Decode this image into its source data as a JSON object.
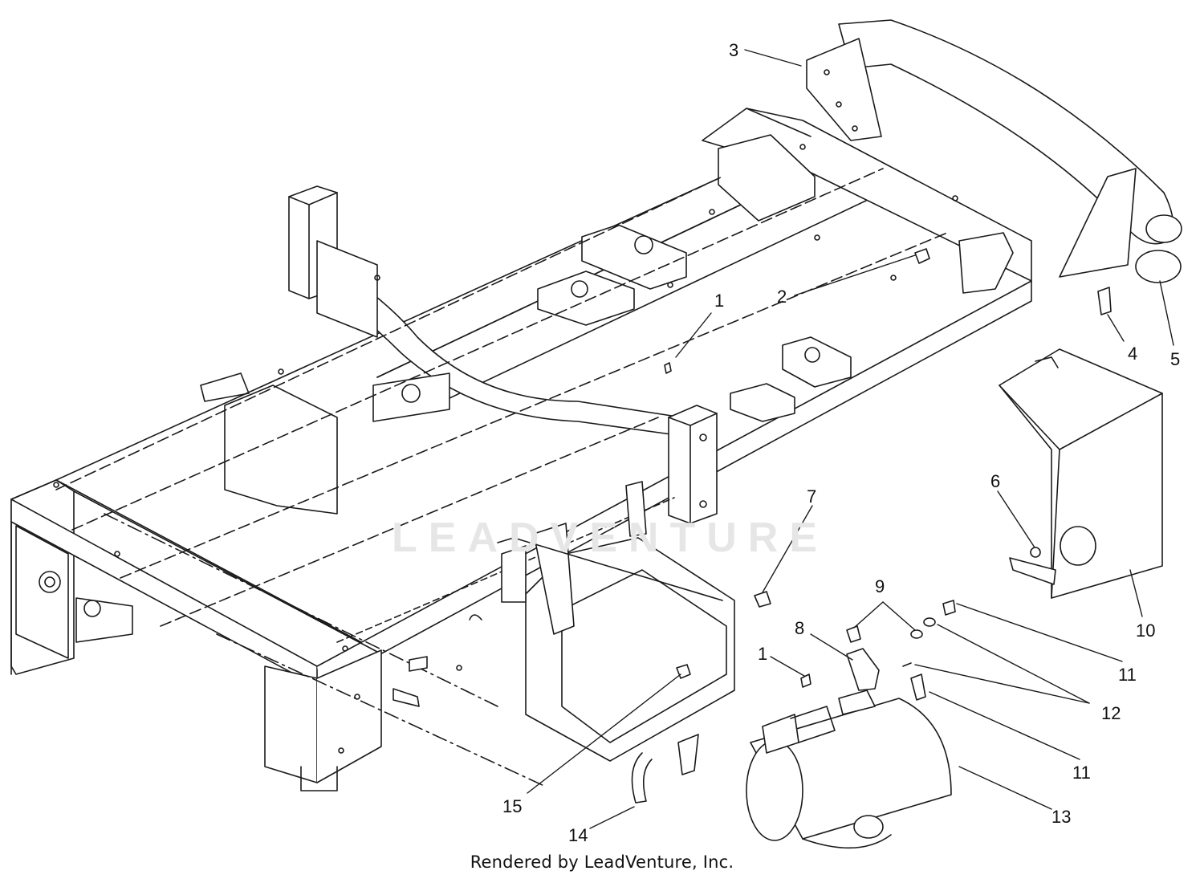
{
  "footer": "Rendered by LeadVenture, Inc.",
  "watermark": "LEADVENTURE",
  "colors": {
    "line": "#1a1a1a",
    "watermark": "#e6e6e6"
  },
  "callouts": [
    "1",
    "2",
    "3",
    "4",
    "5",
    "6",
    "7",
    "8",
    "9",
    "10",
    "11",
    "12",
    "13",
    "14",
    "15",
    "1",
    "11"
  ]
}
